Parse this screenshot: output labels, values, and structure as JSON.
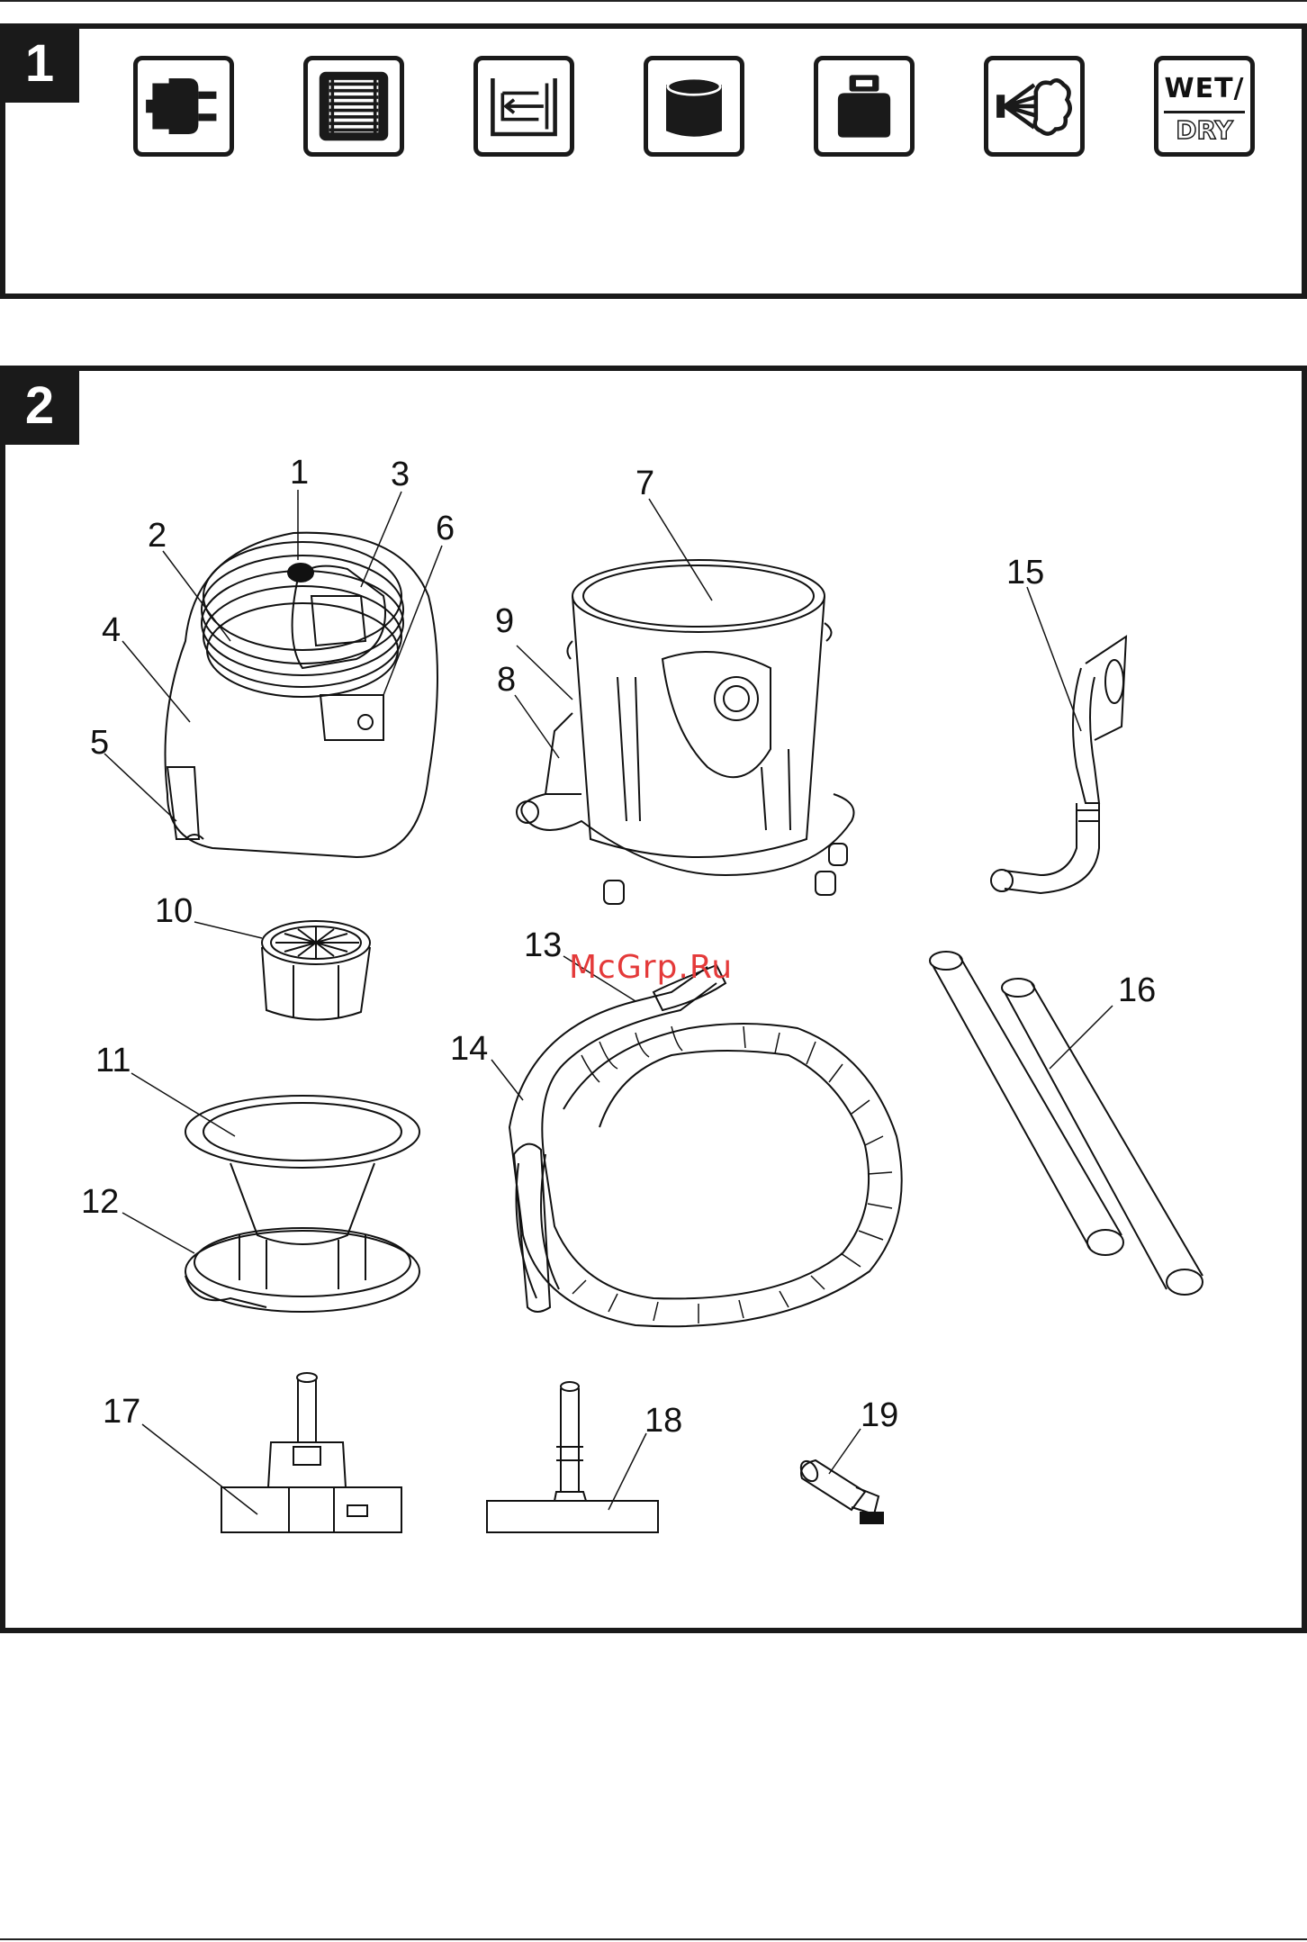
{
  "section1": {
    "badge": "1",
    "icons": [
      {
        "name": "plug-icon"
      },
      {
        "name": "filter-icon"
      },
      {
        "name": "hose-length-icon"
      },
      {
        "name": "container-icon"
      },
      {
        "name": "weight-icon"
      },
      {
        "name": "blower-icon"
      },
      {
        "name": "wet-dry-icon",
        "wet": "WET/",
        "dry": "DRY"
      }
    ]
  },
  "section2": {
    "badge": "2",
    "parts": [
      "1",
      "2",
      "3",
      "4",
      "5",
      "6",
      "7",
      "8",
      "9",
      "10",
      "11",
      "12",
      "13",
      "14",
      "15",
      "16",
      "17",
      "18",
      "19"
    ]
  },
  "watermark": "McGrp.Ru"
}
